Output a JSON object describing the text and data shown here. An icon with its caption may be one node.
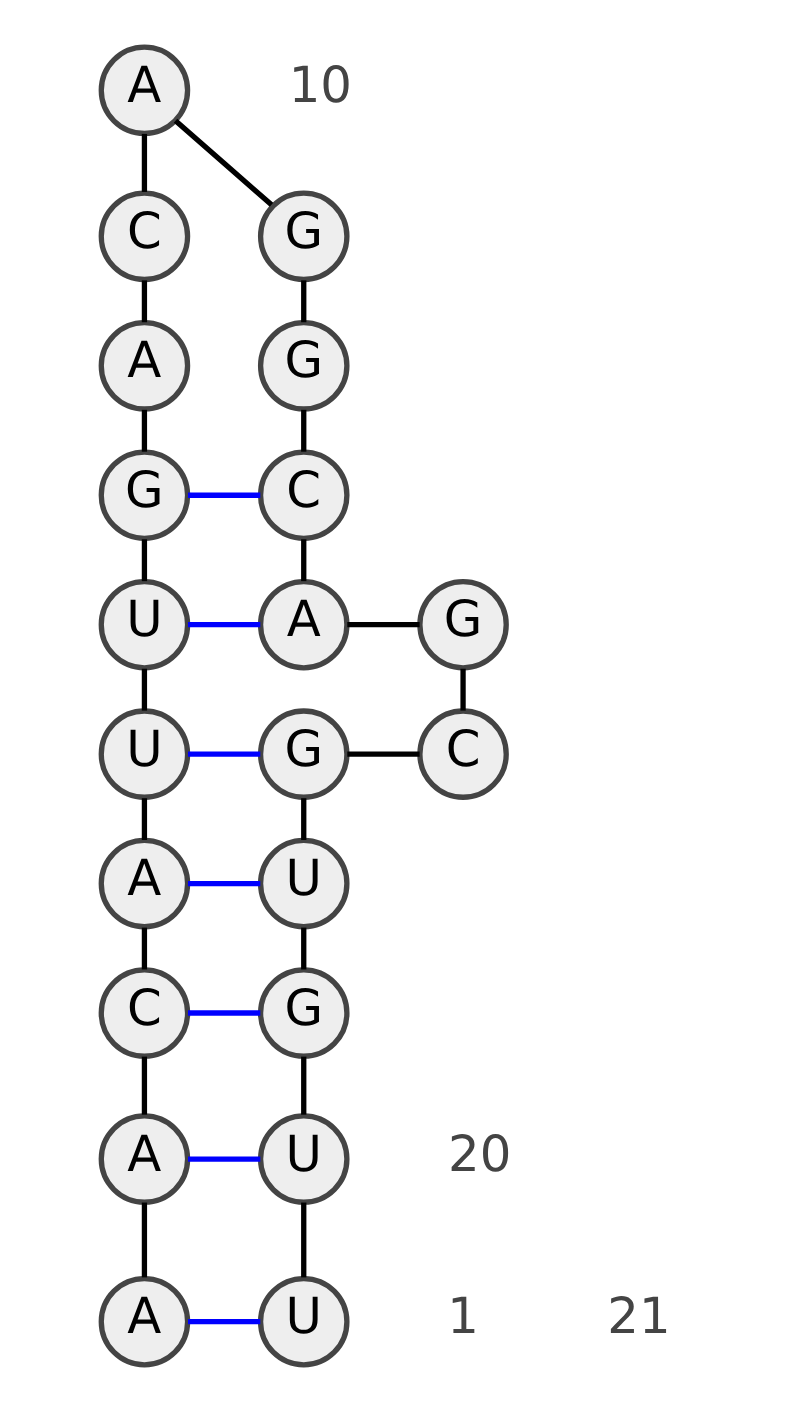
{
  "diagram": {
    "nodes": [
      {
        "text": [
          "A"
        ]
      },
      {
        "text": [
          "A"
        ]
      },
      {
        "text": [
          "C"
        ]
      },
      {
        "text": [
          "A"
        ]
      },
      {
        "text": [
          "U"
        ]
      },
      {
        "text": [
          "U"
        ]
      },
      {
        "text": [
          "G"
        ]
      },
      {
        "text": [
          "A"
        ]
      },
      {
        "text": [
          "C"
        ]
      },
      {
        "text": [
          "A"
        ]
      },
      {
        "text": [
          "G"
        ]
      },
      {
        "text": [
          "G"
        ]
      },
      {
        "text": [
          "C"
        ]
      },
      {
        "text": [
          "A"
        ]
      },
      {
        "text": [
          "G"
        ]
      },
      {
        "text": [
          "C"
        ]
      },
      {
        "text": [
          "G"
        ]
      },
      {
        "text": [
          "U"
        ]
      },
      {
        "text": [
          "G"
        ]
      },
      {
        "text": [
          "U"
        ]
      },
      {
        "text": [
          "U"
        ]
      }
    ],
    "edges": [
      {
        "from": 0,
        "to": 1,
        "arrow": "none"
      },
      {
        "from": 1,
        "to": 2,
        "arrow": "none"
      },
      {
        "from": 2,
        "to": 3,
        "arrow": "none"
      },
      {
        "from": 3,
        "to": 4,
        "arrow": "none"
      },
      {
        "from": 4,
        "to": 5,
        "arrow": "none"
      },
      {
        "from": 5,
        "to": 6,
        "arrow": "none"
      },
      {
        "from": 6,
        "to": 7,
        "arrow": "none"
      },
      {
        "from": 7,
        "to": 8,
        "arrow": "none"
      },
      {
        "from": 8,
        "to": 9,
        "arrow": "none"
      },
      {
        "from": 9,
        "to": 10,
        "arrow": "none"
      },
      {
        "from": 10,
        "to": 11,
        "arrow": "none"
      },
      {
        "from": 11,
        "to": 12,
        "arrow": "none"
      },
      {
        "from": 12,
        "to": 13,
        "arrow": "none"
      },
      {
        "from": 13,
        "to": 14,
        "arrow": "none"
      },
      {
        "from": 14,
        "to": 15,
        "arrow": "none"
      },
      {
        "from": 15,
        "to": 16,
        "arrow": "none"
      },
      {
        "from": 16,
        "to": 17,
        "arrow": "none"
      },
      {
        "from": 17,
        "to": 18,
        "arrow": "none"
      },
      {
        "from": 18,
        "to": 19,
        "arrow": "none"
      },
      {
        "from": 19,
        "to": 20,
        "arrow": "none"
      },
      {
        "from": 0,
        "to": 20,
        "arrow": "none",
        "color": "#0000ff"
      },
      {
        "from": 1,
        "to": 19,
        "arrow": "none",
        "color": "#0000ff"
      },
      {
        "from": 2,
        "to": 18,
        "arrow": "none",
        "color": "#0000ff"
      },
      {
        "from": 3,
        "to": 17,
        "arrow": "none",
        "color": "#0000ff"
      },
      {
        "from": 4,
        "to": 16,
        "arrow": "none",
        "color": "#0000ff"
      },
      {
        "from": 5,
        "to": 13,
        "arrow": "none",
        "color": "#0000ff"
      },
      {
        "from": 6,
        "to": 12,
        "arrow": "none",
        "color": "#0000ff"
      }
    ],
    "labels": [
      "10",
      "1",
      "20",
      "21"
    ]
  }
}
